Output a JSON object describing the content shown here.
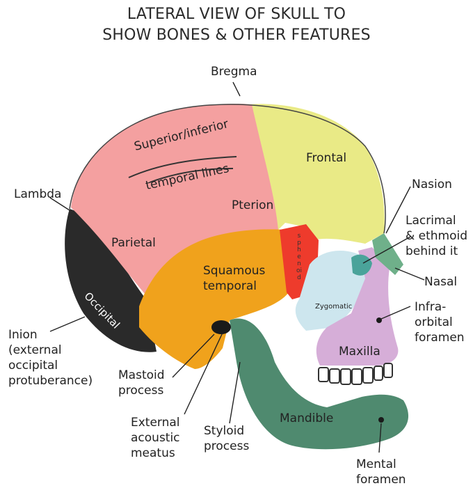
{
  "title": {
    "line1": "LATERAL VIEW OF SKULL TO",
    "line2": "SHOW BONES & OTHER FEATURES"
  },
  "labels": {
    "bregma": "Bregma",
    "lambda": "Lambda",
    "frontal": "Frontal",
    "nasion": "Nasion",
    "lacrimal": [
      "Lacrimal",
      "& ethmoid",
      "behind it"
    ],
    "nasal": "Nasal",
    "infraorbital": [
      "Infra-",
      "orbital",
      "foramen"
    ],
    "superior_inferior": "Superior/inferior",
    "temporal_lines": "temporal lines",
    "pterion": "Pterion",
    "parietal": "Parietal",
    "squamous_temporal": [
      "Squamous",
      "temporal"
    ],
    "sphenoid": "sphenoid",
    "zygomatic": "Zygomatic",
    "maxilla": "Maxilla",
    "occipital": "Occipital",
    "inion": [
      "Inion",
      "(external",
      "occipital",
      "protuberance)"
    ],
    "mastoid": [
      "Mastoid",
      "process"
    ],
    "external_acoustic": [
      "External",
      "acoustic",
      "meatus"
    ],
    "styloid": [
      "Styloid",
      "process"
    ],
    "mandible": "Mandible",
    "mental_foramen": [
      "Mental",
      "foramen"
    ]
  },
  "colors": {
    "parietal": "#f4a0a0",
    "frontal": "#e9ea86",
    "temporal": "#f0a21c",
    "sphenoid": "#ee3b2c",
    "occipital": "#2a2a2a",
    "zygomatic": "#cde6ee",
    "maxilla": "#d6aed8",
    "mandible": "#4f8a6f",
    "nasal": "#6fb08a"
  }
}
